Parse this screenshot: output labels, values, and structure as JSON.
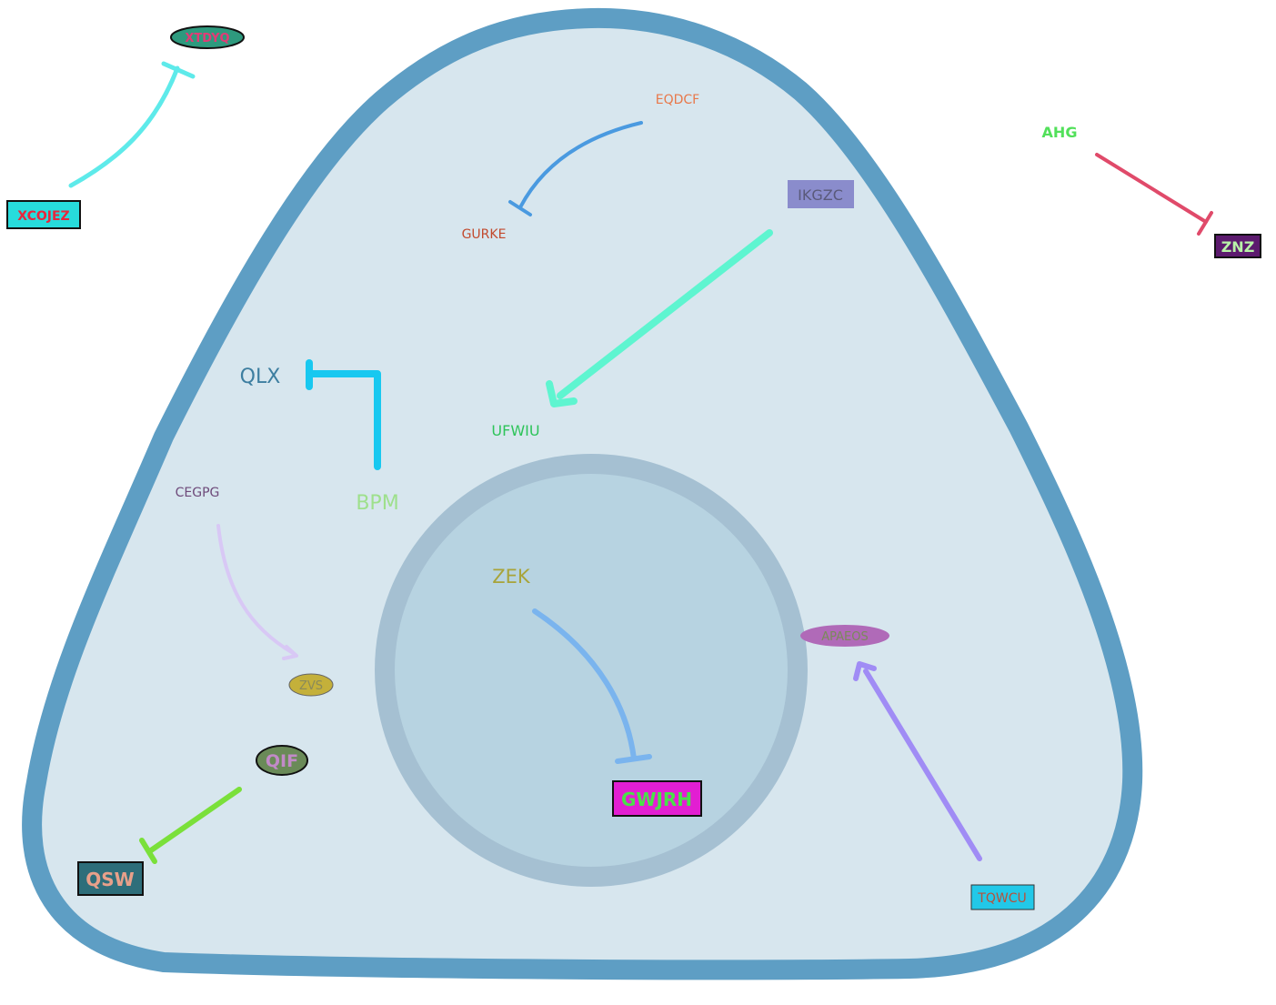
{
  "colors": {
    "background": "#ffffff",
    "cell_fill": "#d7e6ee",
    "cell_membrane": "#5e9ec4",
    "nucleus_fill": "#b7d3e1",
    "nucleus_envelope": "#a5c0d2"
  },
  "nodes": {
    "xtdyq": {
      "label": "XTDYQ",
      "shape": "ellipse",
      "fill": "#2e9a7e",
      "text_color": "#e33a76",
      "stroke": "#111111"
    },
    "xcojez": {
      "label": "XCOJEZ",
      "shape": "box",
      "fill": "#27dcdc",
      "text_color": "#e8263c",
      "stroke": "#111111"
    },
    "eqdcf": {
      "label": "EQDCF",
      "shape": "text",
      "text_color": "#e8784a"
    },
    "gurke": {
      "label": "GURKE",
      "shape": "text",
      "text_color": "#c24a2e"
    },
    "ikgzc": {
      "label": "IKGZC",
      "shape": "box",
      "fill": "#8a8ccc",
      "text_color": "#5a5a7a"
    },
    "ahg": {
      "label": "AHG",
      "shape": "text",
      "text_color": "#52e05a"
    },
    "znz": {
      "label": "ZNZ",
      "shape": "box",
      "fill": "#5c1a6e",
      "text_color": "#b8f2a8",
      "stroke": "#111111"
    },
    "qlx": {
      "label": "QLX",
      "shape": "text",
      "text_color": "#3d7ea0"
    },
    "ufwiu": {
      "label": "UFWIU",
      "shape": "text",
      "text_color": "#2ec45a"
    },
    "bpm": {
      "label": "BPM",
      "shape": "text",
      "text_color": "#9ee08c"
    },
    "cegpg": {
      "label": "CEGPG",
      "shape": "text",
      "text_color": "#6e4a7a"
    },
    "zek": {
      "label": "ZEK",
      "shape": "text",
      "text_color": "#a8a43a"
    },
    "apaeos": {
      "label": "APAEOS",
      "shape": "ellipse",
      "fill": "#b06ab8",
      "text_color": "#7a8a5a"
    },
    "zvs": {
      "label": "ZVS",
      "shape": "ellipse",
      "fill": "#c4b03a",
      "text_color": "#8a8a5a",
      "stroke": "#666666"
    },
    "qif": {
      "label": "QIF",
      "shape": "ellipse",
      "fill": "#6a8a58",
      "text_color": "#c28ac8",
      "stroke": "#111111"
    },
    "gwjrh": {
      "label": "GWJRH",
      "shape": "box",
      "fill": "#e21ed2",
      "text_color": "#4ae04a",
      "stroke": "#111111"
    },
    "qsw": {
      "label": "QSW",
      "shape": "box",
      "fill": "#2e6e7a",
      "text_color": "#e8a08a",
      "stroke": "#111111"
    },
    "tqwcu": {
      "label": "TQWCU",
      "shape": "box",
      "fill": "#22c8e8",
      "text_color": "#b8503a",
      "stroke": "#333333"
    }
  },
  "edges": [
    {
      "id": "xcojez-xtdyq",
      "from": "XCOJEZ",
      "to": "XTDYQ",
      "type": "inhibition",
      "color": "#5eeaea"
    },
    {
      "id": "eqdcf-gurke",
      "from": "EQDCF",
      "to": "GURKE",
      "type": "inhibition",
      "color": "#4a9ae0"
    },
    {
      "id": "ikgzc-ufwiu",
      "from": "IKGZC",
      "to": "UFWIU",
      "type": "activation",
      "color": "#5ef5d0"
    },
    {
      "id": "ahg-znz",
      "from": "AHG",
      "to": "ZNZ",
      "type": "inhibition",
      "color": "#e04a6a"
    },
    {
      "id": "bpm-qlx",
      "from": "BPM",
      "to": "QLX",
      "type": "inhibition",
      "color": "#18c8f0"
    },
    {
      "id": "cegpg-zvs",
      "from": "CEGPG",
      "to": "ZVS",
      "type": "activation",
      "color": "#d8c8f5"
    },
    {
      "id": "zek-gwjrh",
      "from": "ZEK",
      "to": "GWJRH",
      "type": "inhibition",
      "color": "#7ab4ee"
    },
    {
      "id": "tqwcu-apaeos",
      "from": "TQWCU",
      "to": "APAEOS",
      "type": "activation",
      "color": "#a08cf5"
    },
    {
      "id": "qif-qsw",
      "from": "QIF",
      "to": "QSW",
      "type": "inhibition",
      "color": "#7ae03a"
    }
  ]
}
